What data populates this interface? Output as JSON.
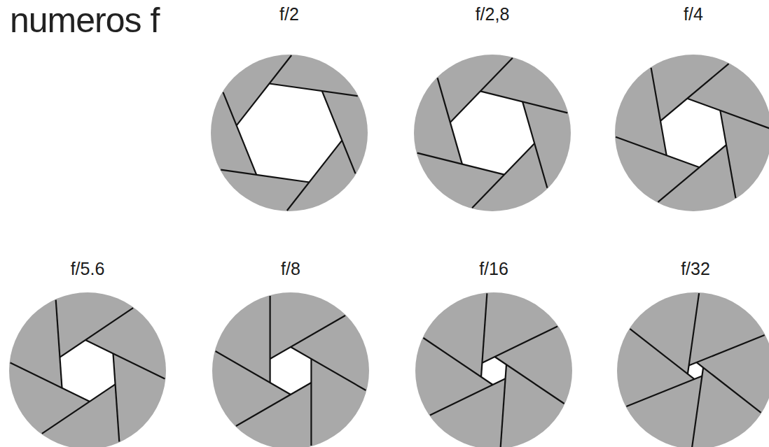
{
  "diagram": {
    "title": "numeros f",
    "labels": [
      "f/2",
      "f/2,8",
      "f/4",
      "f/5.6",
      "f/8",
      "f/16",
      "f/32"
    ]
  }
}
